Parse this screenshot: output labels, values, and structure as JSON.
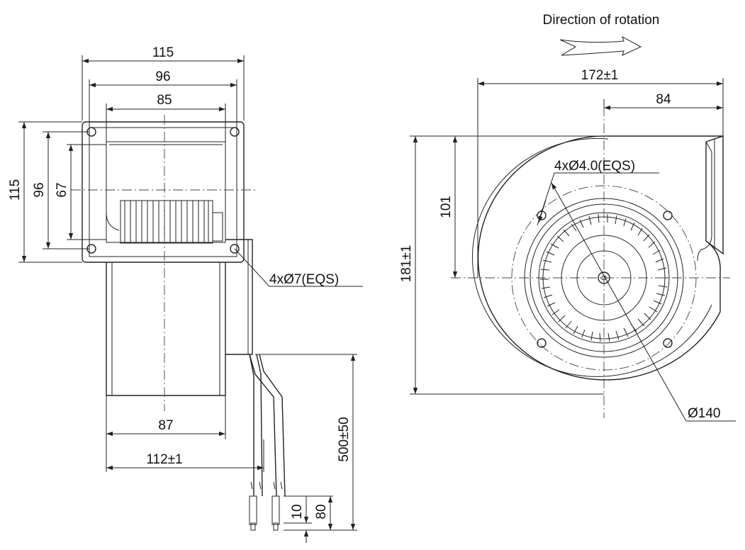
{
  "header": {
    "direction_label": "Direction of rotation"
  },
  "side_view": {
    "top_dims": [
      "115",
      "96",
      "85"
    ],
    "left_dims": [
      "115",
      "96",
      "67"
    ],
    "hole_callout": "4xØ7(EQS)",
    "bottom_dims": [
      "87",
      "112±1"
    ],
    "cable_dims": [
      "500±50",
      "10",
      "80"
    ]
  },
  "front_view": {
    "width_dim": "172±1",
    "outlet_dim": "84",
    "height_dim": "181±1",
    "axis_dim": "101",
    "hole_callout": "4xØ4.0(EQS)",
    "diameter_callout": "Ø140"
  }
}
